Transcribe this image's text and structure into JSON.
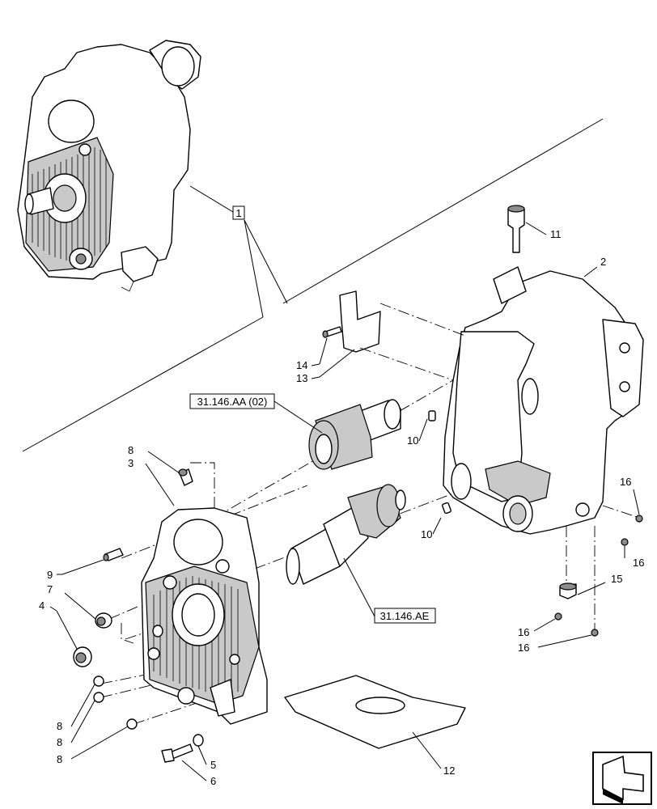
{
  "callouts": {
    "c1": "1",
    "c2": "2",
    "c3": "3",
    "c4": "4",
    "c5": "5",
    "c6": "6",
    "c7": "7",
    "c8a": "8",
    "c8b": "8",
    "c8c": "8",
    "c8d": "8",
    "c9": "9",
    "c10a": "10",
    "c10b": "10",
    "c11": "11",
    "c12": "12",
    "c13": "13",
    "c14": "14",
    "c15": "15",
    "c16a": "16",
    "c16b": "16",
    "c16c": "16",
    "c16d": "16"
  },
  "references": {
    "ref_aa": "31.146.AA (02)",
    "ref_ae": "31.146.AE"
  },
  "icons": {
    "nav": "next-page-arrow-icon"
  }
}
